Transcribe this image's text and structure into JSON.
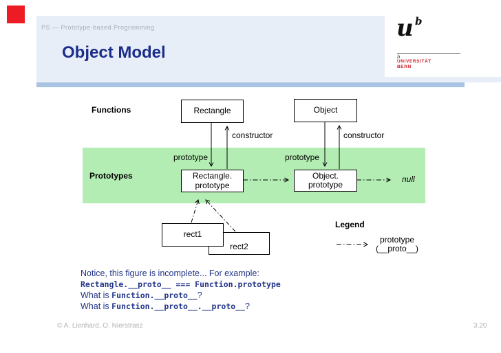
{
  "header": {
    "kicker": "PS — Prototype-based Programming",
    "title": "Object Model"
  },
  "logo": {
    "letter": "u",
    "sup": "b",
    "mark": "b",
    "university": "UNIVERSITÄT",
    "city": "BERN"
  },
  "diagram": {
    "labels": {
      "functions": "Functions",
      "prototypes": "Prototypes",
      "constructor_left": "constructor",
      "constructor_right": "constructor",
      "prototype_left": "prototype",
      "prototype_right": "prototype",
      "null_text": "null"
    },
    "boxes": {
      "rectangle": "Rectangle",
      "object": "Object",
      "rect_proto_line1": "Rectangle.",
      "rect_proto_line2": "prototype",
      "obj_proto_line1": "Object.",
      "obj_proto_line2": "prototype",
      "rect1": "rect1",
      "rect2": "rect2"
    },
    "legend": {
      "title": "Legend",
      "line1": "prototype",
      "line2": "(__proto__)"
    },
    "colors": {
      "band_green": "#b3edb3",
      "box_border": "#000000"
    }
  },
  "notes": {
    "line1": "Notice, this figure is incomplete... For example:",
    "line2_code": "Rectangle.__proto__ === Function.prototype",
    "line3_prefix": "What is ",
    "line3_code": "Function.__proto__",
    "line3_suffix": "?",
    "line4_prefix": "What is ",
    "line4_code": "Function.__proto__.__proto__",
    "line4_suffix": "?"
  },
  "footer": {
    "credits": "© A. Lienhard, O. Nierstrasz",
    "page_number": "3.20"
  },
  "colors": {
    "accent_red_marker": "#ed1c24",
    "header_background": "#e8eef7",
    "header_bar": "#a9c4e2",
    "title_navy": "#1b2c8a",
    "notes_navy": "#223488",
    "logo_red": "#cb1f28"
  }
}
